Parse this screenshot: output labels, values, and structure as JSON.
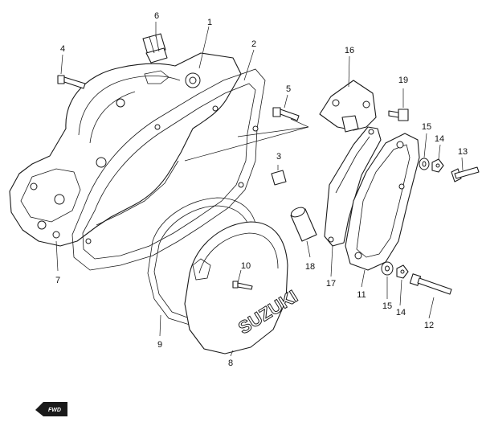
{
  "diagram": {
    "callouts": {
      "c1": "1",
      "c2": "2",
      "c3": "3",
      "c4": "4",
      "c5": "5",
      "c6": "6",
      "c7": "7",
      "c8": "8",
      "c9": "9",
      "c10": "10",
      "c11": "11",
      "c12": "12",
      "c13": "13",
      "c14a": "14",
      "c14b": "14",
      "c15a": "15",
      "c15b": "15",
      "c16": "16",
      "c17": "17",
      "c18": "18",
      "c19": "19"
    },
    "brand_text": "SUZUKI",
    "direction_badge": "FWD"
  }
}
